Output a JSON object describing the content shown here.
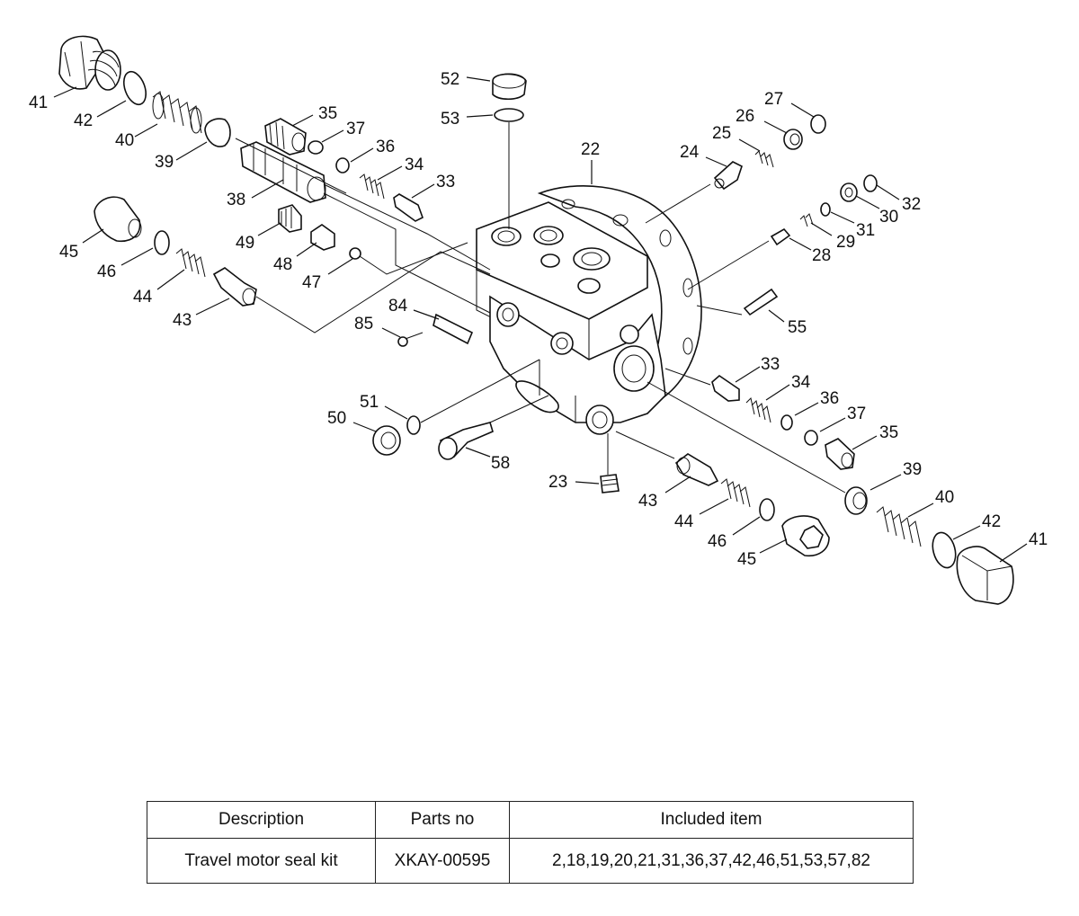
{
  "diagram": {
    "labels": [
      "41",
      "42",
      "40",
      "39",
      "38",
      "35",
      "37",
      "36",
      "34",
      "33",
      "49",
      "48",
      "47",
      "45",
      "46",
      "44",
      "43",
      "84",
      "85",
      "52",
      "53",
      "22",
      "24",
      "25",
      "26",
      "27",
      "32",
      "30",
      "31",
      "29",
      "28",
      "55",
      "33",
      "34",
      "36",
      "37",
      "35",
      "39",
      "40",
      "42",
      "41",
      "50",
      "51",
      "58",
      "23",
      "43",
      "44",
      "46",
      "45"
    ]
  },
  "table": {
    "headers": [
      "Description",
      "Parts no",
      "Included item"
    ],
    "row": {
      "description": "Travel motor seal kit",
      "parts_no": "XKAY-00595",
      "included": "2,18,19,20,21,31,36,37,42,46,51,53,57,82"
    }
  }
}
